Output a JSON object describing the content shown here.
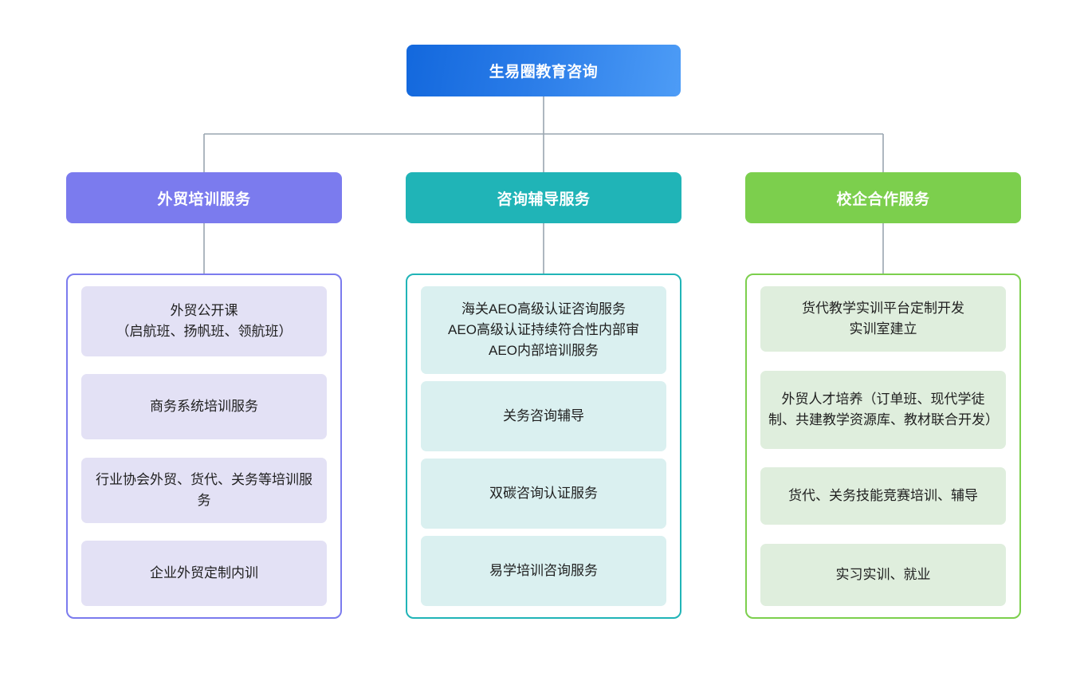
{
  "diagram": {
    "type": "organization-chart",
    "background": "#ffffff",
    "connector_color": "#9aa5b1",
    "root": {
      "label": "生易圈教育咨询",
      "gradient_from": "#1368dd",
      "gradient_to": "#4d9cf6",
      "text_color": "#ffffff"
    },
    "columns": [
      {
        "header": "外贸培训服务",
        "accent": "#7b7bee",
        "leaf_fill": "#e3e1f5",
        "items": [
          "外贸公开课\n（启航班、扬帆班、领航班）",
          "商务系统培训服务",
          "行业协会外贸、货代、关务等培训服务",
          "企业外贸定制内训"
        ]
      },
      {
        "header": "咨询辅导服务",
        "accent": "#20b4b7",
        "leaf_fill": "#daf0f0",
        "items": [
          "海关AEO高级认证咨询服务\nAEO高级认证持续符合性内部审\nAEO内部培训服务",
          "关务咨询辅导",
          "双碳咨询认证服务",
          "易学培训咨询服务"
        ]
      },
      {
        "header": "校企合作服务",
        "accent": "#7ccf4d",
        "leaf_fill": "#dfeedd",
        "items": [
          "货代教学实训平台定制开发\n实训室建立",
          "外贸人才培养（订单班、现代学徒制、共建教学资源库、教材联合开发）",
          "货代、关务技能竞赛培训、辅导",
          "实习实训、就业"
        ]
      }
    ]
  }
}
